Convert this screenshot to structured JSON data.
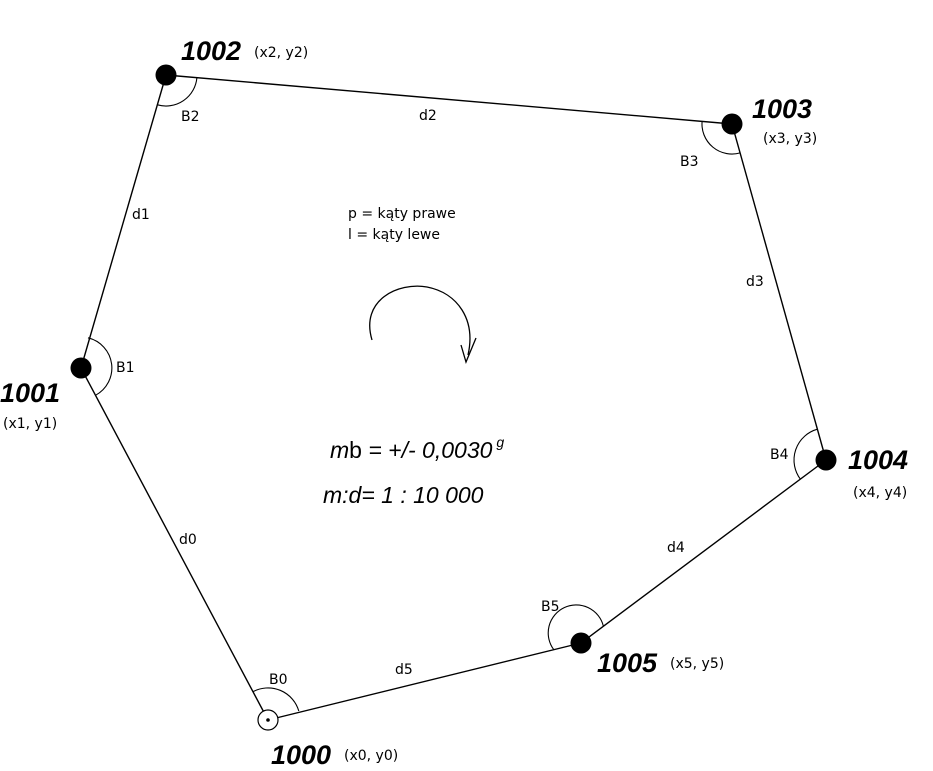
{
  "colors": {
    "lines": "#000000",
    "background": "#ffffff"
  },
  "points": [
    {
      "id": "1000",
      "coords": "(x0, y0)",
      "marker": "circle-dot"
    },
    {
      "id": "1001",
      "coords": "(x1, y1)",
      "marker": "filled-dot"
    },
    {
      "id": "1002",
      "coords": "(x2, y2)",
      "marker": "filled-dot"
    },
    {
      "id": "1003",
      "coords": "(x3, y3)",
      "marker": "filled-dot"
    },
    {
      "id": "1004",
      "coords": "(x4, y4)",
      "marker": "filled-dot"
    },
    {
      "id": "1005",
      "coords": "(x5, y5)",
      "marker": "filled-dot"
    }
  ],
  "distances": [
    "d0",
    "d1",
    "d2",
    "d3",
    "d4",
    "d5"
  ],
  "angles": [
    "B0",
    "B1",
    "B2",
    "B3",
    "B4",
    "B5"
  ],
  "legend": {
    "right_angles": "p = kąty prawe",
    "left_angles": "l = kąty lewe"
  },
  "direction_icon": "clockwise-arrow",
  "formula": {
    "mb_prefix": "m",
    "mb_b": "b",
    "mb_value": " = +/- 0,0030",
    "mb_unit": "g",
    "md": "m:d= 1 : 10 000"
  }
}
